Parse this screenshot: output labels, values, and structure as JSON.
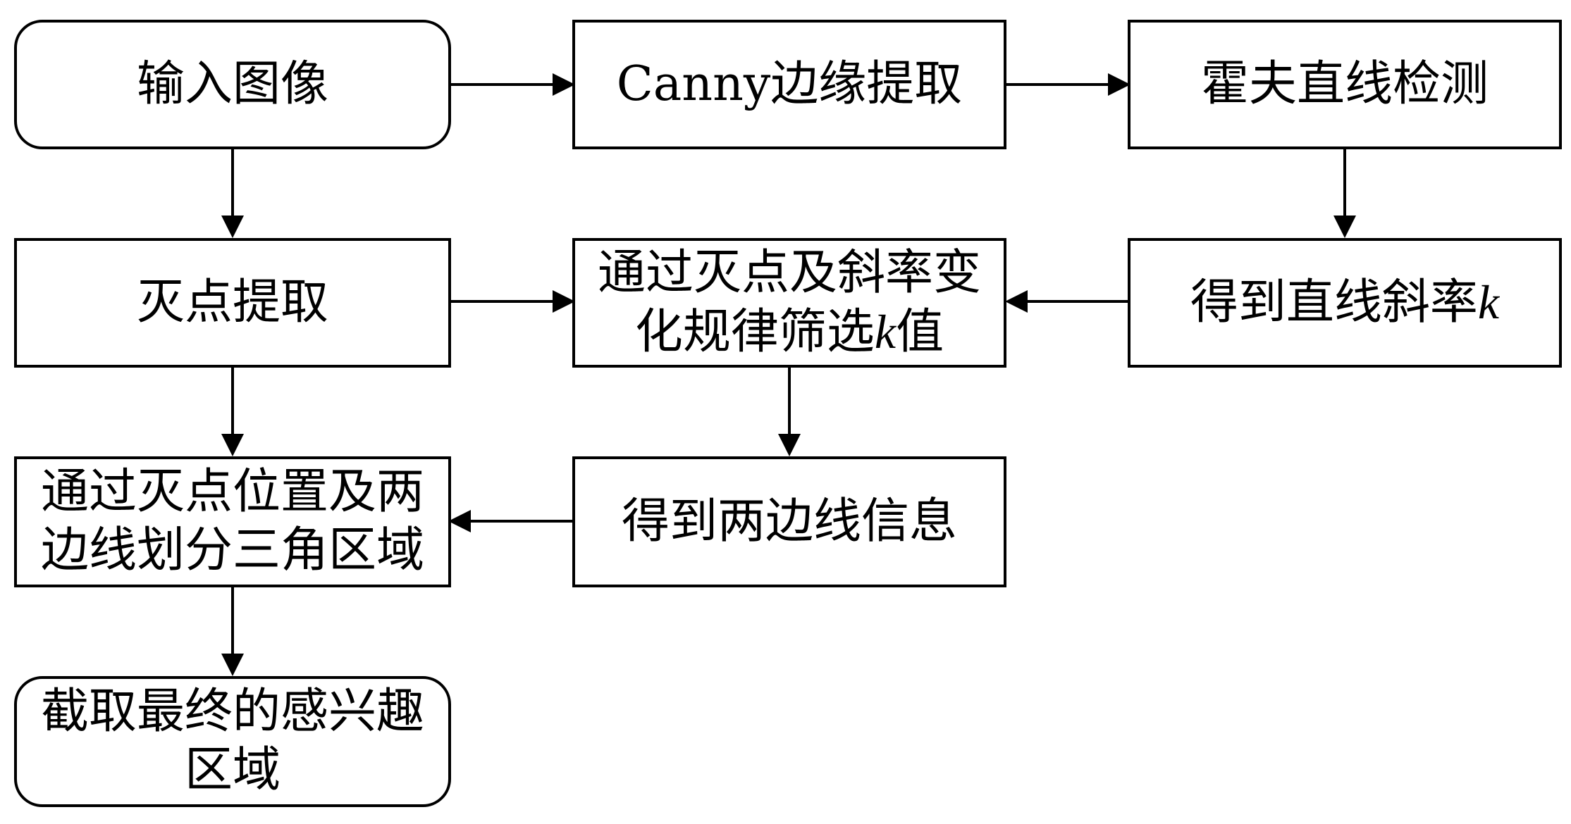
{
  "nodes": {
    "input_image": {
      "text": "输入图像"
    },
    "canny": {
      "text": "Canny边缘提取"
    },
    "hough": {
      "text": "霍夫直线检测"
    },
    "vanishing": {
      "text": "灭点提取"
    },
    "filter_k": {
      "line1": "通过灭点及斜率变",
      "line2_pre": "化规律筛选",
      "line2_k": "k",
      "line2_post": "值"
    },
    "slope_k": {
      "pre": "得到直线斜率",
      "k": "k"
    },
    "triangle": {
      "line1": "通过灭点位置及两",
      "line2": "边线划分三角区域"
    },
    "two_edges": {
      "text": "得到两边线信息"
    },
    "roi": {
      "line1": "截取最终的感兴趣",
      "line2": "区域"
    }
  },
  "edges": [
    {
      "from": "input_image",
      "to": "canny"
    },
    {
      "from": "canny",
      "to": "hough"
    },
    {
      "from": "input_image",
      "to": "vanishing"
    },
    {
      "from": "hough",
      "to": "slope_k"
    },
    {
      "from": "vanishing",
      "to": "filter_k"
    },
    {
      "from": "slope_k",
      "to": "filter_k"
    },
    {
      "from": "vanishing",
      "to": "triangle"
    },
    {
      "from": "filter_k",
      "to": "two_edges"
    },
    {
      "from": "two_edges",
      "to": "triangle"
    },
    {
      "from": "triangle",
      "to": "roi"
    }
  ]
}
